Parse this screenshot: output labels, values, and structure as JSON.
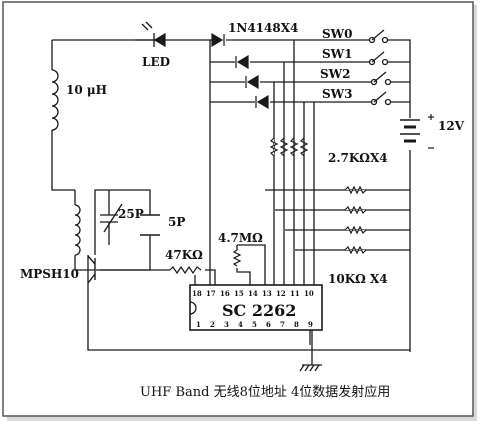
{
  "labels": {
    "diodes": "1N4148X4",
    "led": "LED",
    "inductor": "10 μH",
    "switches": [
      "SW0",
      "SW1",
      "SW2",
      "SW3"
    ],
    "battery": "12V",
    "resistor_array_top": "2.7KΩX4",
    "trimmer": "25P",
    "cap": "5P",
    "transistor": "MPSH10",
    "r_bias": "47KΩ",
    "r_osc": "4.7MΩ",
    "resistor_array_bottom": "10KΩ X4",
    "ic": "SC 2262",
    "pins_top": [
      "18",
      "17",
      "16",
      "15",
      "14",
      "13",
      "12",
      "11",
      "10"
    ],
    "pins_bottom": [
      "1",
      "2",
      "3",
      "4",
      "5",
      "6",
      "7",
      "8",
      "9"
    ]
  },
  "caption": "UHF Band 无线8位地址 4位数据发射应用",
  "colors": {
    "ink": "#1a1a1a",
    "paper": "#ffffff",
    "frame": "#555555"
  }
}
